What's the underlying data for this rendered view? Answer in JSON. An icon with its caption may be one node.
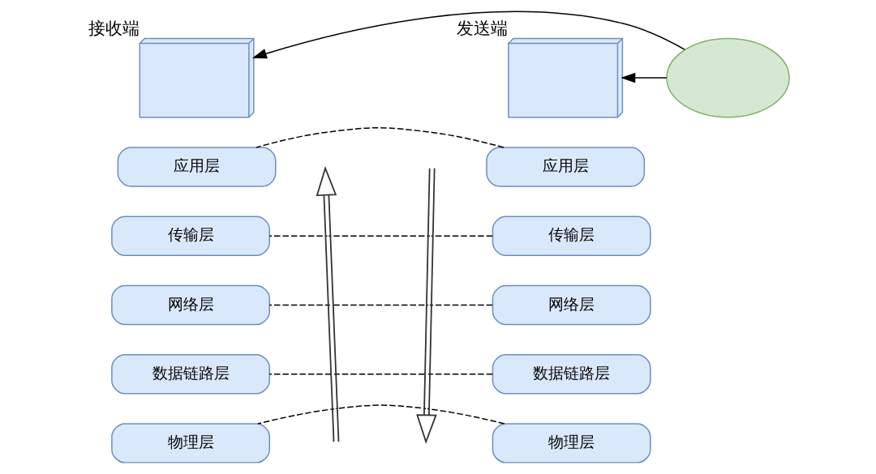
{
  "diagram": {
    "nodes": [
      {
        "text": [],
        "shape": "picture",
        "beside": [
          "发送端"
        ]
      },
      {
        "text": [],
        "shape": "cloud"
      },
      {
        "text": [],
        "shape": "picture",
        "beside": [
          "接收端"
        ]
      },
      {
        "text": [
          "应用层"
        ]
      },
      {
        "text": [
          "传输层"
        ]
      },
      {
        "text": [
          "网络层"
        ]
      },
      {
        "text": [
          "数据链路层"
        ]
      },
      {
        "text": [
          "物理层"
        ]
      },
      {
        "text": [
          "应用层"
        ]
      },
      {
        "text": [
          "传输层"
        ]
      },
      {
        "text": [
          "网络层"
        ]
      },
      {
        "text": [
          "数据链路层"
        ]
      },
      {
        "text": [
          "物理层"
        ]
      }
    ],
    "edges": [
      {
        "from": 1,
        "to": 0,
        "arrow": "to"
      },
      {
        "from": 1,
        "to": 2,
        "arrow": "to"
      },
      {
        "from": 3,
        "to": 8,
        "arrow": "none",
        "style": "dashed"
      },
      {
        "from": 4,
        "to": 9,
        "arrow": "none",
        "style": "dashed"
      },
      {
        "from": 5,
        "to": 10,
        "arrow": "none",
        "style": "dashed"
      },
      {
        "from": 6,
        "to": 11,
        "arrow": "none",
        "style": "dashed"
      },
      {
        "from": 7,
        "to": 12,
        "arrow": "none",
        "style": "dashed"
      }
    ]
  }
}
